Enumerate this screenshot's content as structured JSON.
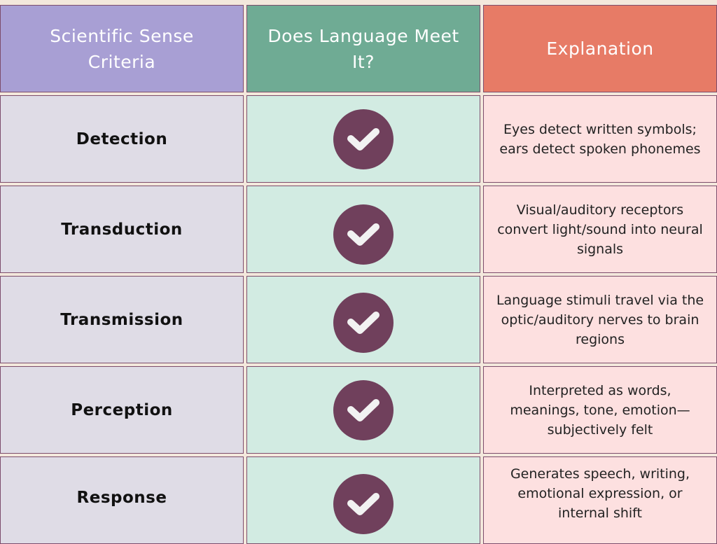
{
  "headers": {
    "criteria": "Scientific Sense Criteria",
    "meets": "Does Language Meet It?",
    "explanation": "Explanation"
  },
  "colors": {
    "header_criteria": "#a89fd4",
    "header_meets": "#6fab94",
    "header_explanation": "#e77b66",
    "check_circle": "#70405c",
    "background": "#f3e8dc"
  },
  "rows": [
    {
      "criterion": "Detection",
      "meets": "check-icon",
      "explanation": "Eyes detect written symbols; ears detect spoken phonemes"
    },
    {
      "criterion": "Transduction",
      "meets": "check-icon",
      "explanation": "Visual/auditory receptors convert light/sound into neural signals"
    },
    {
      "criterion": "Transmission",
      "meets": "check-icon",
      "explanation": "Language stimuli travel via the optic/auditory nerves to brain regions"
    },
    {
      "criterion": "Perception",
      "meets": "check-icon",
      "explanation": "Interpreted as words, meanings, tone, emotion—subjectively felt"
    },
    {
      "criterion": "Response",
      "meets": "check-icon",
      "explanation": "Generates speech, writing, emotional expression, or internal shift"
    }
  ]
}
